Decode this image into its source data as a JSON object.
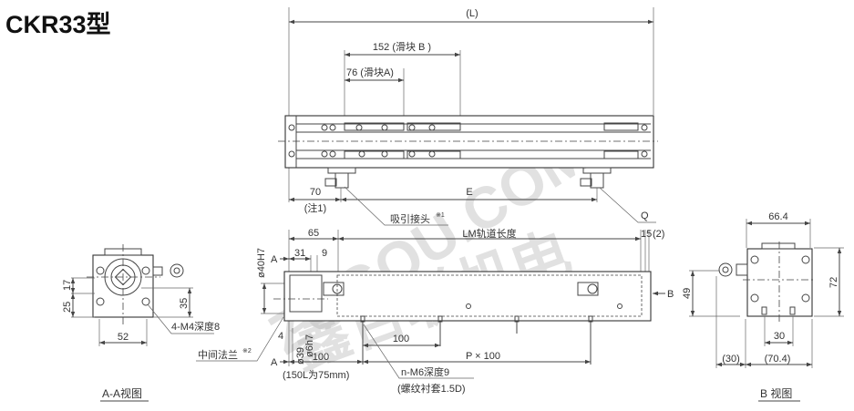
{
  "title": "CKR33型",
  "watermark": {
    "line1": "ZCGOU.COM",
    "line2": "鑫百联机电"
  },
  "top_view": {
    "length_label": "(L)",
    "slider_b_label": "152 (滑块 B )",
    "slider_a_label": "76 (滑块A)",
    "offset_label": "70",
    "note_label": "(注1)",
    "e_label": "E",
    "suction_label": "吸引接头",
    "suction_note": "※1",
    "q_label": "Q"
  },
  "side_view": {
    "dim_65": "65",
    "lm_label": "LM轨道长度",
    "dim_15": "15",
    "dim_2": "(2)",
    "section_a_top": "A",
    "section_a_bottom": "A",
    "dim_31": "31",
    "dim_9": "9",
    "dia_40": "ø40H7",
    "dim_4": "4",
    "dia_39": "ø39",
    "dia_6": "ø6h7",
    "dim_100_pitch": "100",
    "dim_100_start": "100",
    "p_label": "P × 100",
    "note_150": "(150L为75mm)",
    "thread_label": "n-M6深度9",
    "insert_label": "(螺纹衬套1.5D)",
    "b_arrow": "B",
    "flange_label": "中间法兰",
    "flange_note": "※2"
  },
  "aa_view": {
    "dim_17": "17",
    "dim_25": "25",
    "dim_35": "35",
    "dim_52": "52",
    "hole_label": "4-M4深度8",
    "caption": "A-A视图"
  },
  "b_view": {
    "dim_66": "66.4",
    "dim_72": "72",
    "dim_49": "49",
    "dim_30": "30",
    "dim_30p": "(30)",
    "dim_70": "(70.4)",
    "caption": "B 视图"
  }
}
